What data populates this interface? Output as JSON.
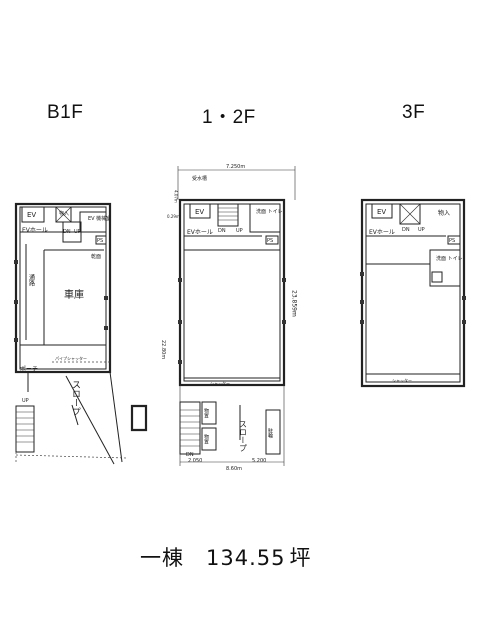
{
  "floors": {
    "b1f": {
      "title": "B1F",
      "labels": {
        "ev": "EV",
        "storage": "物入",
        "ev_machine": "EV\n機械室",
        "ev_hall": "EVホール",
        "dn": "DN",
        "up": "UP",
        "ps": "PS",
        "drying_room": "乾面",
        "passage": "通路",
        "garage": "車庫",
        "porch": "ポーチ",
        "pipe_shutter": "パイプシャッター",
        "slope": "スロープ",
        "up_bottom": "UP"
      }
    },
    "f12": {
      "title": "1・2F",
      "labels": {
        "top_width": "7.250m",
        "water_tank": "受水槽",
        "dim_407": "4.07m",
        "dim_029": "0.29m",
        "ev": "EV",
        "wash_toilet": "洗面\nトイレ",
        "ev_hall": "EVホール",
        "dn": "DN",
        "up": "UP",
        "ps": "PS",
        "height_left": "22.80m",
        "height_right": "23.859m",
        "shutter": "シャッター",
        "storage_a": "物置",
        "storage_b": "物置",
        "slope": "スロープ",
        "parking": "駐輪",
        "dn_bottom": "DN",
        "dim_2050": "2.050",
        "dim_860": "8.60m",
        "dim_5200": "5.200"
      }
    },
    "f3": {
      "title": "3F",
      "labels": {
        "ev": "EV",
        "storage": "物入",
        "ev_hall": "EVホール",
        "dn": "DN",
        "up": "UP",
        "ps": "PS",
        "wash_toilet": "洗面\nトイレ",
        "shutter": "シャッター"
      }
    }
  },
  "summary": {
    "label": "一棟",
    "value": "134.55",
    "unit": "坪"
  }
}
